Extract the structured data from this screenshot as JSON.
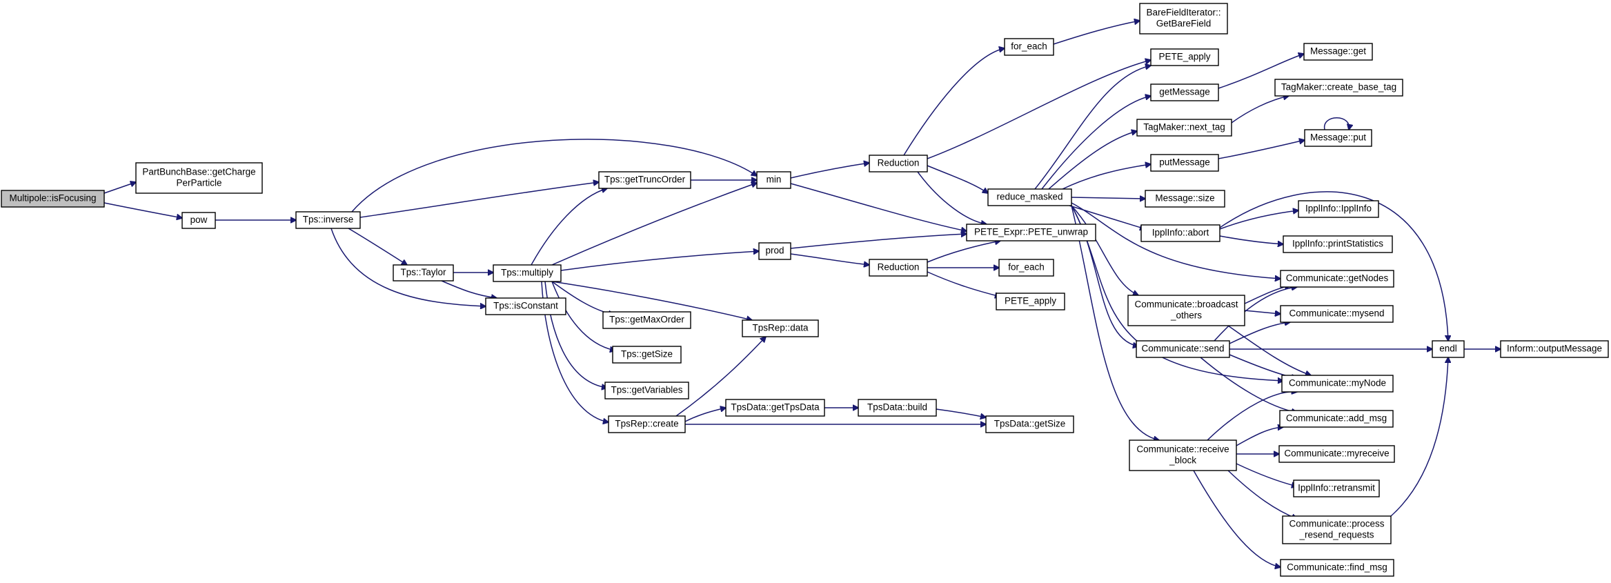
{
  "diagram": {
    "colors": {
      "edge": "#191970",
      "border": "#000000",
      "truncated_border": "#ff0000",
      "root_fill": "#bfbfbf",
      "fill": "#ffffff"
    },
    "nodes": [
      {
        "id": "root",
        "lines": [
          "Multipole::isFocusing"
        ],
        "root": true
      },
      {
        "id": "getCharge",
        "lines": [
          "PartBunchBase::getCharge",
          "PerParticle"
        ]
      },
      {
        "id": "pow",
        "lines": [
          "pow"
        ]
      },
      {
        "id": "inverse",
        "lines": [
          "Tps::inverse"
        ]
      },
      {
        "id": "taylor",
        "lines": [
          "Tps::Taylor"
        ]
      },
      {
        "id": "isConstant",
        "lines": [
          "Tps::isConstant"
        ]
      },
      {
        "id": "multiply",
        "lines": [
          "Tps::multiply"
        ]
      },
      {
        "id": "getTruncOrder",
        "lines": [
          "Tps::getTruncOrder"
        ]
      },
      {
        "id": "min",
        "lines": [
          "min"
        ]
      },
      {
        "id": "getMaxOrder",
        "lines": [
          "Tps::getMaxOrder"
        ]
      },
      {
        "id": "getSize",
        "lines": [
          "Tps::getSize"
        ]
      },
      {
        "id": "getVariables",
        "lines": [
          "Tps::getVariables"
        ]
      },
      {
        "id": "tpsRepCreate",
        "lines": [
          "TpsRep::create"
        ]
      },
      {
        "id": "tpsRepData",
        "lines": [
          "TpsRep::data"
        ]
      },
      {
        "id": "getTpsData",
        "lines": [
          "TpsData::getTpsData"
        ]
      },
      {
        "id": "tpsDataBuild",
        "lines": [
          "TpsData::build"
        ]
      },
      {
        "id": "tpsDataGetSize",
        "lines": [
          "TpsData::getSize"
        ]
      },
      {
        "id": "prod",
        "lines": [
          "prod"
        ]
      },
      {
        "id": "reduction1",
        "lines": [
          "Reduction"
        ]
      },
      {
        "id": "reduction2",
        "lines": [
          "Reduction"
        ]
      },
      {
        "id": "forEach1",
        "lines": [
          "for_each"
        ]
      },
      {
        "id": "forEach2",
        "lines": [
          "for_each"
        ]
      },
      {
        "id": "bareField",
        "lines": [
          "BareFieldIterator::",
          "GetBareField"
        ]
      },
      {
        "id": "peteApply1",
        "lines": [
          "PETE_apply"
        ]
      },
      {
        "id": "peteApply2",
        "lines": [
          "PETE_apply"
        ]
      },
      {
        "id": "peteUnwrap",
        "lines": [
          "PETE_Expr::PETE_unwrap"
        ]
      },
      {
        "id": "reduceMasked",
        "lines": [
          "reduce_masked"
        ]
      },
      {
        "id": "getMessage",
        "lines": [
          "getMessage"
        ]
      },
      {
        "id": "messageGet",
        "lines": [
          "Message::get"
        ],
        "truncated": true
      },
      {
        "id": "createBaseTag",
        "lines": [
          "TagMaker::create_base_tag"
        ]
      },
      {
        "id": "nextTag",
        "lines": [
          "TagMaker::next_tag"
        ]
      },
      {
        "id": "putMessage",
        "lines": [
          "putMessage"
        ]
      },
      {
        "id": "messagePut",
        "lines": [
          "Message::put"
        ]
      },
      {
        "id": "messageSize",
        "lines": [
          "Message::size"
        ]
      },
      {
        "id": "ipplAbort",
        "lines": [
          "IpplInfo::abort"
        ]
      },
      {
        "id": "ipplInfo",
        "lines": [
          "IpplInfo::IpplInfo"
        ]
      },
      {
        "id": "printStats",
        "lines": [
          "IpplInfo::printStatistics"
        ],
        "truncated": true
      },
      {
        "id": "getNodes",
        "lines": [
          "Communicate::getNodes"
        ]
      },
      {
        "id": "broadcast",
        "lines": [
          "Communicate::broadcast",
          "_others"
        ]
      },
      {
        "id": "mysend",
        "lines": [
          "Communicate::mysend"
        ]
      },
      {
        "id": "send",
        "lines": [
          "Communicate::send"
        ]
      },
      {
        "id": "endl",
        "lines": [
          "endl"
        ]
      },
      {
        "id": "outputMessage",
        "lines": [
          "Inform::outputMessage"
        ],
        "truncated": true
      },
      {
        "id": "myNode",
        "lines": [
          "Communicate::myNode"
        ]
      },
      {
        "id": "addMsg",
        "lines": [
          "Communicate::add_msg"
        ]
      },
      {
        "id": "receiveBlock",
        "lines": [
          "Communicate::receive",
          "_block"
        ]
      },
      {
        "id": "myreceive",
        "lines": [
          "Communicate::myreceive"
        ]
      },
      {
        "id": "retransmit",
        "lines": [
          "IpplInfo::retransmit"
        ]
      },
      {
        "id": "processResend",
        "lines": [
          "Communicate::process",
          "_resend_requests"
        ],
        "truncated": true
      },
      {
        "id": "findMsg",
        "lines": [
          "Communicate::find_msg"
        ]
      }
    ]
  }
}
